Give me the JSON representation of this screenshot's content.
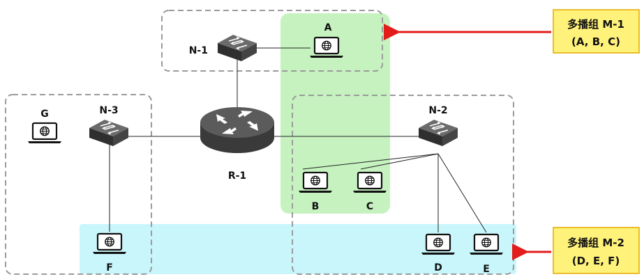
{
  "colors": {
    "multicast_1_fill": "#c6f2c0",
    "multicast_2_fill": "#c8f6fb",
    "callout_fill": "#fff27a",
    "callout_border": "#e2a900",
    "arrow": "#e31c1c",
    "zone_border": "#9a9a9a",
    "router_body": "#4a4a4a"
  },
  "devices": {
    "router": {
      "label": "R-1"
    },
    "switches": [
      {
        "id": "n1",
        "label": "N-1"
      },
      {
        "id": "n2",
        "label": "N-2"
      },
      {
        "id": "n3",
        "label": "N-3"
      }
    ],
    "hosts": [
      {
        "id": "a",
        "label": "A"
      },
      {
        "id": "b",
        "label": "B"
      },
      {
        "id": "c",
        "label": "C"
      },
      {
        "id": "d",
        "label": "D"
      },
      {
        "id": "e",
        "label": "E"
      },
      {
        "id": "f",
        "label": "F"
      },
      {
        "id": "g",
        "label": "G"
      }
    ]
  },
  "callouts": [
    {
      "line1": "多播组 M-1",
      "line2": "(A, B, C)"
    },
    {
      "line1": "多播组 M-2",
      "line2": "(D, E, F)"
    }
  ]
}
